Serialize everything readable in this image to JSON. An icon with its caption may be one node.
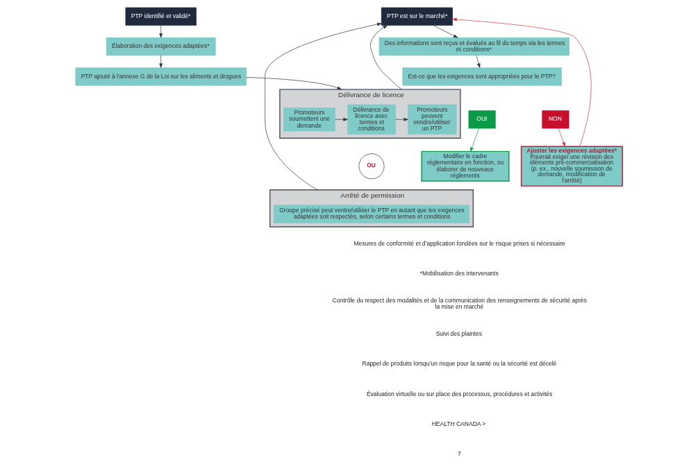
{
  "diagram": {
    "nodes": [
      {
        "text": [
          "PTP identifié et validé*"
        ]
      },
      {
        "text": [
          "Élaboration des exigences adaptées*"
        ]
      },
      {
        "text": [
          "PTP ajouté à l'annexe G de la Loi sur les aliments et drogues"
        ]
      },
      {
        "text": [
          "Délivrance de licence"
        ]
      },
      {
        "text": [
          "Promoteurs soumettent une demande"
        ],
        "in": 3
      },
      {
        "text": [
          "Délivrance de licence avec termes et conditions"
        ],
        "in": 3
      },
      {
        "text": [
          "Promoteurs peuvent vendre/utiliser un PTP"
        ],
        "in": 3
      },
      {
        "text": [
          "OU"
        ]
      },
      {
        "text": [
          "Arrêté de permission"
        ]
      },
      {
        "text": [
          "Groupe précisé peut ventre/utiliser le PTP en autant que les exigences adaptées soit respectés, selon certains termes et conditions"
        ],
        "in": 8
      },
      {
        "text": [
          "PTP est sur le marché*"
        ]
      },
      {
        "text": [
          "Des informations sont reçus et évalués au fil du temps via les termes et conditions*"
        ]
      },
      {
        "text": [
          "Est-ce que les exigences sont appropriées pour le PTP?"
        ]
      },
      {
        "text": [
          "NON"
        ]
      },
      {
        "text": [
          "OUI"
        ]
      },
      {
        "text": [
          "Ajuster les exigences adaptées*",
          "Pourrait exiger une révision des éléments pré-commercialisation (p. ex., nouvelle soumission de demande, modification de l'arrêté)"
        ]
      },
      {
        "text": [
          "Modifier le cadre réglementaire en fonction, ou élaborer de nouveaux règlements"
        ]
      }
    ],
    "edges": [
      {
        "from": 0,
        "to": 1,
        "arrow": "to"
      },
      {
        "from": 1,
        "to": 2,
        "arrow": "to"
      },
      {
        "from": 2,
        "to": 3,
        "arrow": "to"
      },
      {
        "from": 4,
        "to": 5,
        "arrow": "to"
      },
      {
        "from": 5,
        "to": 6,
        "arrow": "to"
      },
      {
        "from": 3,
        "to": 10,
        "arrow": "to"
      },
      {
        "from": 8,
        "to": 10,
        "arrow": "to"
      },
      {
        "from": 15,
        "to": 10,
        "arrow": "to",
        "color": "#d0343f"
      },
      {
        "from": 10,
        "to": 11,
        "arrow": "to"
      },
      {
        "from": 11,
        "to": 12,
        "arrow": "to"
      },
      {
        "from": 13,
        "to": 15,
        "arrow": "to",
        "color": "#d0343f"
      },
      {
        "from": 14,
        "to": 16,
        "arrow": "to",
        "color": "#0a9a48"
      }
    ],
    "labels": [
      "Mesures de conformité et d’application fondées sur le risque prises si nécessaire",
      "*Mobilisation des intervenants",
      "Contrôle du respect des modalités et de la communication des renseignements de sécurité après la mise en marché",
      "Suivi des plaintes",
      "Rappel de produits lorsqu’un risque pour la santé ou la sécurité est décelé",
      "Évaluation virtuelle ou sur place des processus, procédures et activités",
      "HEALTH CANADA >",
      "7"
    ]
  }
}
